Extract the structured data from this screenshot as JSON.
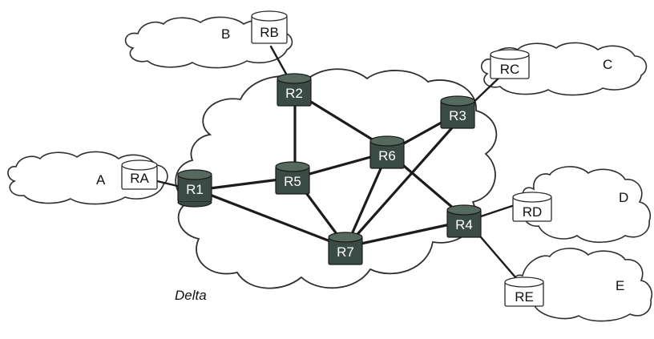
{
  "core_network": {
    "label": "Delta"
  },
  "core_routers": {
    "r1": "R1",
    "r2": "R2",
    "r3": "R3",
    "r4": "R4",
    "r5": "R5",
    "r6": "R6",
    "r7": "R7"
  },
  "networks": {
    "a": {
      "label": "A",
      "router": "RA"
    },
    "b": {
      "label": "B",
      "router": "RB"
    },
    "c": {
      "label": "C",
      "router": "RC"
    },
    "d": {
      "label": "D",
      "router": "RD"
    },
    "e": {
      "label": "E",
      "router": "RE"
    }
  },
  "colors": {
    "router_fill": "#3a4a44",
    "edge_router_fill": "#ffffff",
    "link": "#1c1c1c"
  }
}
